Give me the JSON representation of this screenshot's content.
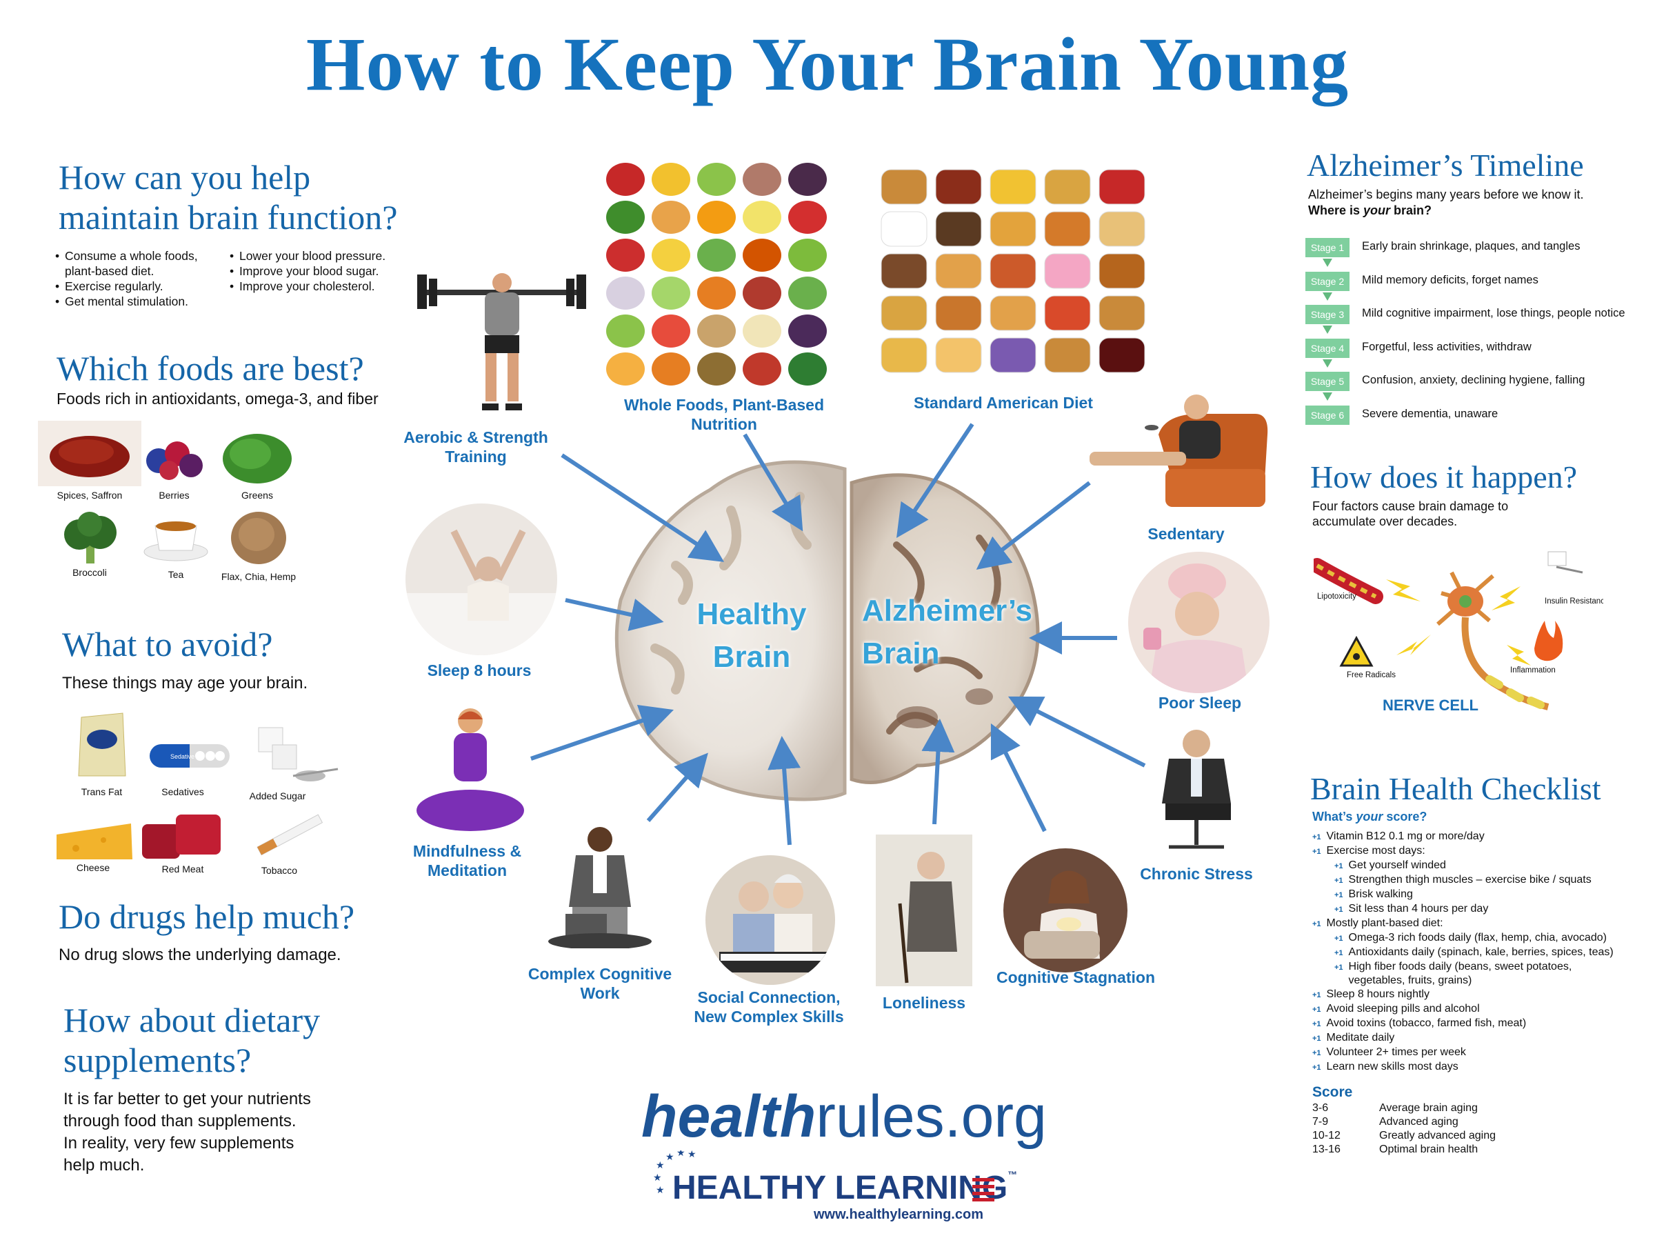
{
  "title": "How to Keep Your Brain Young",
  "left": {
    "help": {
      "heading_line1": "How can you help",
      "heading_line2": "maintain brain function?",
      "col1": [
        "Consume a whole foods, plant-based diet.",
        "Exercise regularly.",
        "Get mental stimulation."
      ],
      "col2": [
        "Lower your blood pressure.",
        "Improve your blood sugar.",
        "Improve your cholesterol."
      ]
    },
    "foods": {
      "heading": "Which foods are best?",
      "subtitle": "Foods rich in antioxidants, omega-3, and fiber",
      "items": [
        "Spices, Saffron",
        "Berries",
        "Greens",
        "Broccoli",
        "Tea",
        "Flax, Chia, Hemp"
      ]
    },
    "avoid": {
      "heading": "What to avoid?",
      "subtitle": "These things may age your brain.",
      "items": [
        "Trans Fat",
        "Sedatives",
        "Added Sugar",
        "Cheese",
        "Red Meat",
        "Tobacco"
      ],
      "pill_text": "Sedative"
    },
    "drugs": {
      "heading": "Do drugs help much?",
      "text": "No drug slows the underlying damage."
    },
    "supplements": {
      "heading_line1": "How about dietary",
      "heading_line2": "supplements?",
      "text": "It is far better to get your nutrients through food than supplements. In reality, very few supplements help much."
    }
  },
  "center": {
    "healthy_label": "Healthy Brain",
    "alz_label": "Alzheimer’s Brain",
    "labels": {
      "whole_foods": "Whole Foods, Plant-Based Nutrition",
      "american_diet": "Standard American Diet",
      "aerobic": "Aerobic & Strength Training",
      "sleep": "Sleep 8 hours",
      "mindfulness": "Mindfulness & Meditation",
      "complex_work": "Complex Cognitive Work",
      "social": "Social Connection, New Complex Skills",
      "loneliness": "Loneliness",
      "stagnation": "Cognitive Stagnation",
      "chronic_stress": "Chronic Stress",
      "poor_sleep": "Poor Sleep",
      "sedentary": "Sedentary"
    },
    "logo": {
      "health_italic": "health",
      "rules": "rules.org",
      "healthy_learning": "HEALTHY LEARNING",
      "tm": "™",
      "url": "www.healthylearning.com"
    }
  },
  "right": {
    "timeline": {
      "heading": "Alzheimer’s Timeline",
      "intro": "Alzheimer’s begins many years before we know it.",
      "question_pre": "Where is ",
      "question_em": "your",
      "question_post": " brain?",
      "stages": [
        {
          "label": "Stage 1",
          "desc": "Early brain shrinkage, plaques, and tangles"
        },
        {
          "label": "Stage 2",
          "desc": "Mild memory deficits, forget names"
        },
        {
          "label": "Stage 3",
          "desc": "Mild cognitive impairment, lose things, people notice"
        },
        {
          "label": "Stage 4",
          "desc": "Forgetful, less activities, withdraw"
        },
        {
          "label": "Stage 5",
          "desc": "Confusion, anxiety, declining hygiene, falling"
        },
        {
          "label": "Stage 6",
          "desc": "Severe dementia, unaware"
        }
      ]
    },
    "happen": {
      "heading": "How does it happen?",
      "text": "Four factors cause brain damage to accumulate over decades.",
      "factors": [
        "Lipotoxicity",
        "Insulin Resistance",
        "Free Radicals",
        "Inflammation"
      ],
      "diagram_label": "NERVE CELL"
    },
    "checklist": {
      "heading": "Brain Health Checklist",
      "score_q_pre": "What’s ",
      "score_q_em": "your",
      "score_q_post": " score?",
      "items": [
        {
          "indent": 0,
          "text": "Vitamin B12  0.1 mg or more/day"
        },
        {
          "indent": 0,
          "text": "Exercise most days:"
        },
        {
          "indent": 1,
          "text": "Get yourself winded"
        },
        {
          "indent": 1,
          "text": "Strengthen thigh muscles – exercise bike / squats"
        },
        {
          "indent": 1,
          "text": "Brisk walking"
        },
        {
          "indent": 1,
          "text": "Sit less than 4 hours per day"
        },
        {
          "indent": 0,
          "text": "Mostly plant-based diet:"
        },
        {
          "indent": 1,
          "text": "Omega-3 rich foods daily (flax, hemp, chia, avocado)"
        },
        {
          "indent": 1,
          "text": "Antioxidants daily (spinach, kale, berries, spices, teas)"
        },
        {
          "indent": 1,
          "text": "High fiber foods daily (beans, sweet potatoes, vegetables, fruits, grains)"
        },
        {
          "indent": 0,
          "text": "Sleep 8 hours nightly"
        },
        {
          "indent": 0,
          "text": "Avoid sleeping pills and alcohol"
        },
        {
          "indent": 0,
          "text": "Avoid toxins (tobacco, farmed fish, meat)"
        },
        {
          "indent": 0,
          "text": "Meditate daily"
        },
        {
          "indent": 0,
          "text": "Volunteer 2+ times per week"
        },
        {
          "indent": 0,
          "text": "Learn new skills most days"
        }
      ],
      "icon_text": "+1",
      "score_heading": "Score",
      "scores": [
        {
          "range": "3-6",
          "desc": "Average brain aging"
        },
        {
          "range": "7-9",
          "desc": "Advanced aging"
        },
        {
          "range": "10-12",
          "desc": "Greatly advanced aging"
        },
        {
          "range": "13-16",
          "desc": "Optimal brain health"
        }
      ]
    }
  },
  "colors": {
    "title_blue": "#1572bd",
    "heading_blue": "#1565a8",
    "stage_green": "#7fcf9e",
    "arrow_blue": "#4a86c8"
  }
}
